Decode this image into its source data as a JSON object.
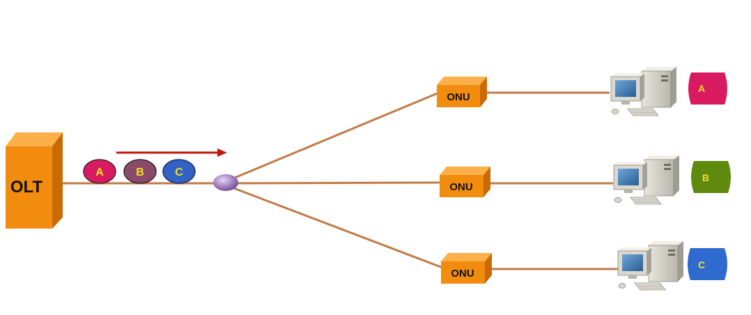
{
  "olt": {
    "label": "OLT"
  },
  "packets_in_transit": [
    {
      "label": "A",
      "color": "#d81b60"
    },
    {
      "label": "B",
      "color": "#8a4b6a"
    },
    {
      "label": "C",
      "color": "#3461c4"
    }
  ],
  "direction": "downstream",
  "onus": [
    {
      "label": "ONU",
      "client_label": "A",
      "client_color": "#d81b60"
    },
    {
      "label": "ONU",
      "client_label": "B",
      "client_color": "#5f8a0e"
    },
    {
      "label": "ONU",
      "client_label": "C",
      "client_color": "#2f6ad1"
    }
  ],
  "colors": {
    "fiber": "#c07a45",
    "device_orange": "#f28c0f",
    "arrow": "#c0180e",
    "splitter": "#a07bc0",
    "letter_yellow": "#f5e21b"
  }
}
